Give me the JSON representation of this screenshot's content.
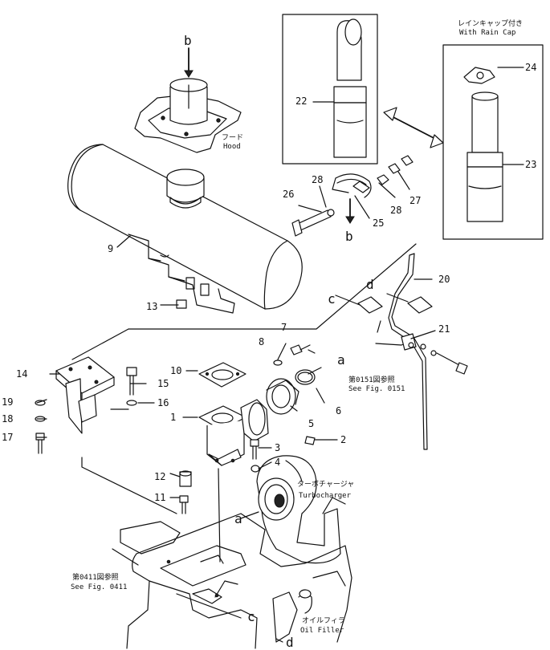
{
  "callouts": {
    "n1": "1",
    "n2": "2",
    "n3": "3",
    "n4": "4",
    "n5": "5",
    "n6": "6",
    "n7": "7",
    "n8": "8",
    "n9": "9",
    "n10": "10",
    "n11": "11",
    "n12": "12",
    "n13": "13",
    "n14": "14",
    "n15": "15",
    "n16": "16",
    "n17": "17",
    "n18": "18",
    "n19": "19",
    "n20": "20",
    "n21": "21",
    "n22": "22",
    "n23": "23",
    "n24": "24",
    "n25": "25",
    "n26": "26",
    "n27": "27",
    "n28a": "28",
    "n28b": "28"
  },
  "connectors": {
    "a_top": "a",
    "a_bottom": "a",
    "b_top": "b",
    "b_bottom": "b",
    "c_top": "c",
    "c_bottom": "c",
    "d_top": "d",
    "d_bottom": "d"
  },
  "notes": {
    "hood_jp": "フード",
    "hood_en": "Hood",
    "rain_cap_jp": "レインキャップ付き",
    "rain_cap_en": "With Rain Cap",
    "turbo_jp": "ターボチャージャ",
    "turbo_en": "Turbocharger",
    "fig0151_jp": "第0151図参照",
    "fig0151_en": "See Fig. 0151",
    "fig0411_jp": "第0411図参照",
    "fig0411_en": "See Fig. 0411",
    "oil_jp": "オイルフィラ",
    "oil_en": "Oil  Filler"
  }
}
